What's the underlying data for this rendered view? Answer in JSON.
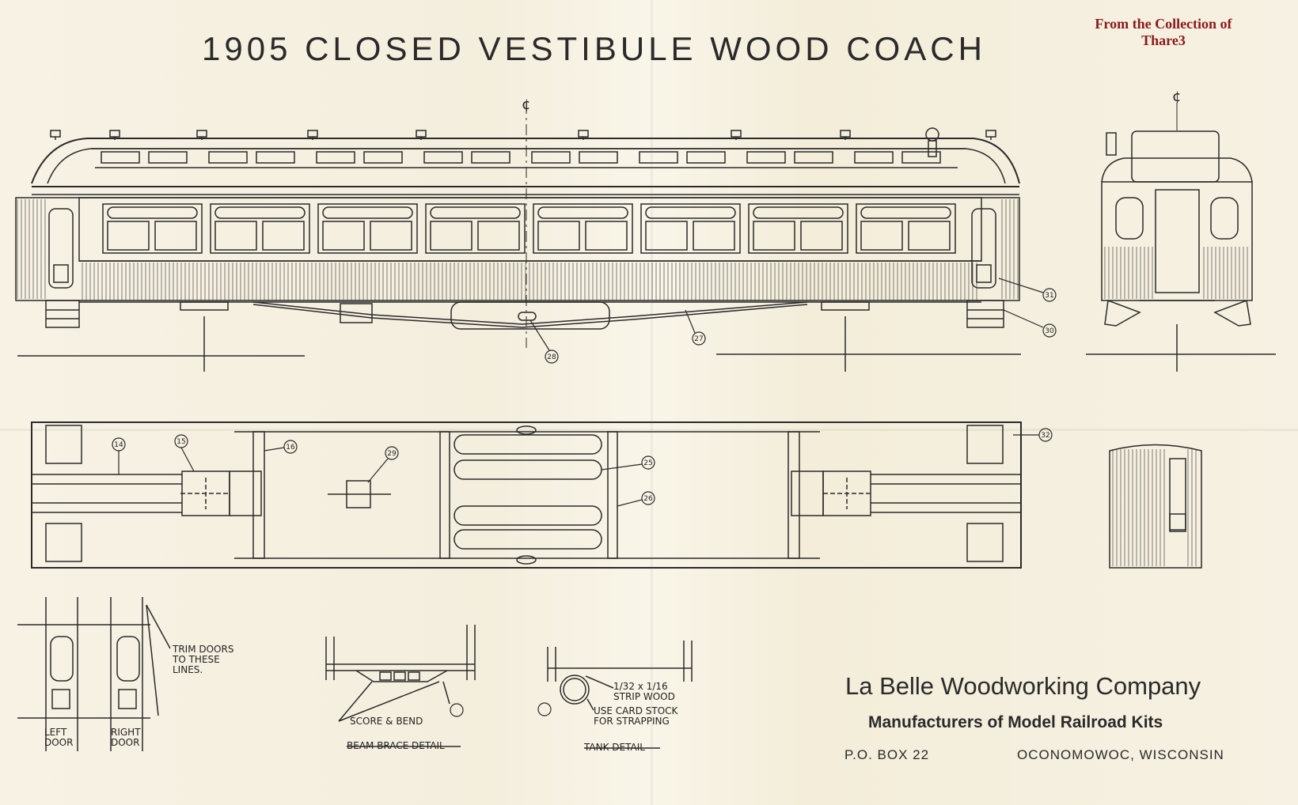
{
  "title": "1905 CLOSED VESTIBULE WOOD COACH",
  "stamp": {
    "line1": "From the Collection of",
    "line2": "Thare3"
  },
  "labels": {
    "trim_doors": "TRIM DOORS TO THESE LINES.",
    "left_door": "LEFT DOOR",
    "right_door": "RIGHT DOOR",
    "score_bend": "SCORE & BEND",
    "beam_brace": "BEAM BRACE DETAIL",
    "strip_wood": "1/32 x 1/16 STRIP WOOD",
    "card_stock": "USE CARD STOCK FOR STRAPPING",
    "tank_detail": "TANK DETAIL",
    "centerline": "¢"
  },
  "callouts": [
    "14",
    "15",
    "16",
    "29",
    "25",
    "26",
    "32",
    "31",
    "30",
    "27",
    "28"
  ],
  "company": {
    "name": "La Belle Woodworking Company",
    "tagline": "Manufacturers of Model Railroad Kits",
    "po_box": "P.O. BOX 22",
    "city": "OCONOMOWOC, WISCONSIN"
  },
  "colors": {
    "ink": "#2a2a2a",
    "paper": "#f6f1e2",
    "stamp": "#8b1a1a"
  }
}
